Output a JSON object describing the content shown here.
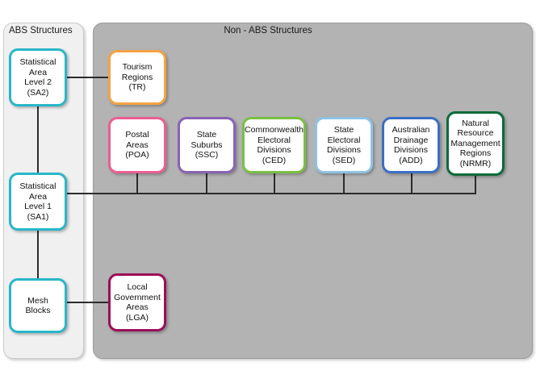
{
  "panels": {
    "abs": {
      "title": "ABS Structures"
    },
    "nonabs": {
      "title": "Non - ABS Structures"
    }
  },
  "colors": {
    "abs_panel_bg": "#f0f0f0",
    "nonabs_panel_bg": "#b3b3b3",
    "node_bg": "#ffffff",
    "line": "#2b2b2b",
    "sa2_border": "#29b6c8",
    "sa1_border": "#29b6c8",
    "mb_border": "#29b6c8",
    "tr_border": "#f4a344",
    "poa_border": "#ec5e91",
    "ssc_border": "#8a62b5",
    "ced_border": "#7ac043",
    "sed_border": "#8ec3e6",
    "add_border": "#3b6fc4",
    "nrmr_border": "#0b6b3a",
    "lga_border": "#9c0d5a"
  },
  "nodes": {
    "sa2": {
      "label": "Statistical\nArea\nLevel 2\n(SA2)",
      "abbr": "SA2"
    },
    "sa1": {
      "label": "Statistical\nArea\nLevel 1\n(SA1)",
      "abbr": "SA1"
    },
    "mb": {
      "label": "Mesh\nBlocks",
      "abbr": "MB"
    },
    "tr": {
      "label": "Tourism\nRegions\n(TR)",
      "abbr": "TR"
    },
    "poa": {
      "label": "Postal\nAreas\n(POA)",
      "abbr": "POA"
    },
    "ssc": {
      "label": "State\nSuburbs\n(SSC)",
      "abbr": "SSC"
    },
    "ced": {
      "label": "Commonwealth\nElectoral\nDivisions\n(CED)",
      "abbr": "CED"
    },
    "sed": {
      "label": "State\nElectoral\nDivisions\n(SED)",
      "abbr": "SED"
    },
    "add": {
      "label": "Australian\nDrainage\nDivisions\n(ADD)",
      "abbr": "ADD"
    },
    "nrmr": {
      "label": "Natural\nResource\nManagement\nRegions\n(NRMR)",
      "abbr": "NRMR"
    },
    "lga": {
      "label": "Local\nGovernment\nAreas\n(LGA)",
      "abbr": "LGA"
    }
  },
  "connections": [
    {
      "from": "SA2",
      "to": "TR"
    },
    {
      "from": "SA2",
      "to": "SA1"
    },
    {
      "from": "SA1",
      "to": "MB"
    },
    {
      "from": "SA1",
      "to": "POA"
    },
    {
      "from": "SA1",
      "to": "SSC"
    },
    {
      "from": "SA1",
      "to": "CED"
    },
    {
      "from": "SA1",
      "to": "SED"
    },
    {
      "from": "SA1",
      "to": "ADD"
    },
    {
      "from": "SA1",
      "to": "NRMR"
    },
    {
      "from": "MB",
      "to": "LGA"
    }
  ]
}
